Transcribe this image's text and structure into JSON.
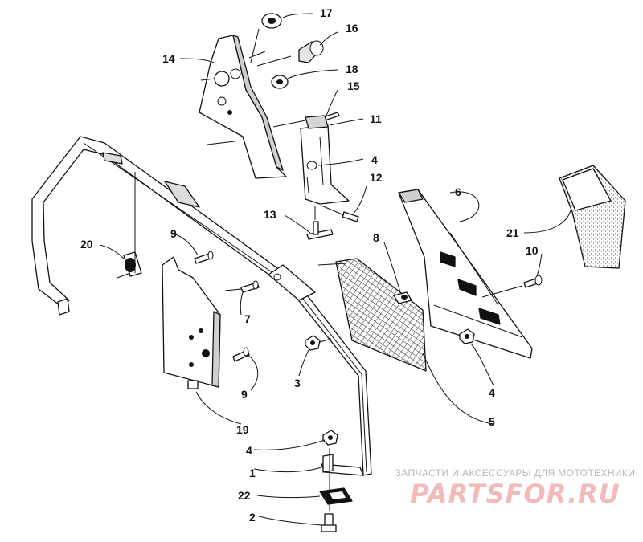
{
  "callouts": [
    "1",
    "2",
    "3",
    "4",
    "4",
    "4",
    "5",
    "6",
    "7",
    "8",
    "9",
    "9",
    "10",
    "11",
    "12",
    "13",
    "14",
    "15",
    "16",
    "17",
    "18",
    "19",
    "20",
    "21",
    "22"
  ],
  "watermark": {
    "tagline": "ЗАПЧАСТИ И АКСЕССУАРЫ ДЛЯ МОТОТЕХНИКИ",
    "logo": "PARTSFOR.RU"
  },
  "colors": {
    "line": "#111111",
    "watermark_logo": "#f4b9b9",
    "watermark_text": "#b8b8b8"
  }
}
